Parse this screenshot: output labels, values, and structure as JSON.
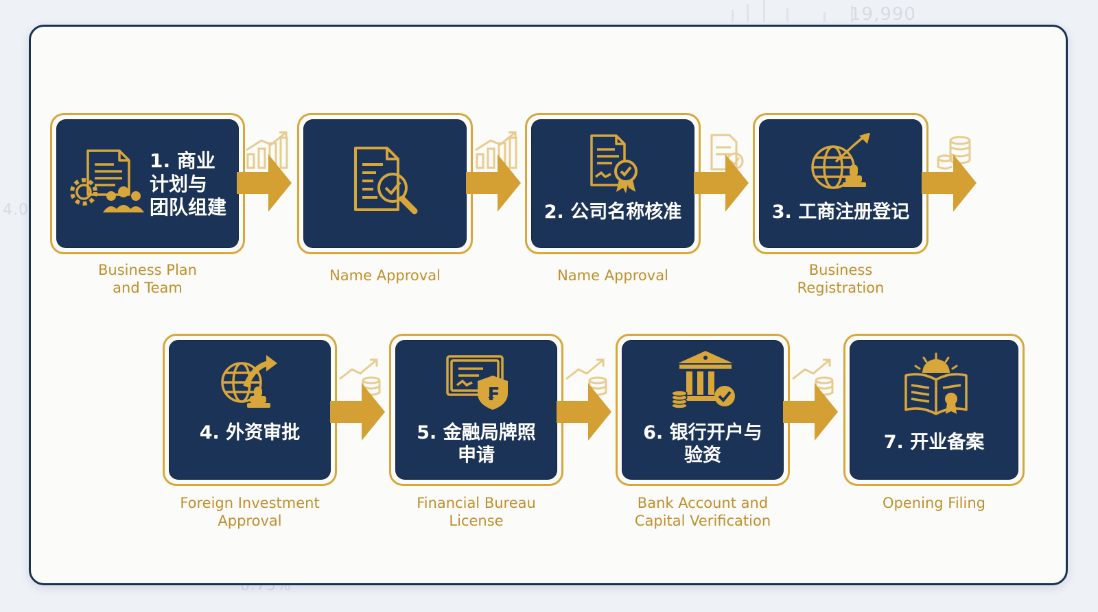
{
  "diagram": {
    "background_numbers": [
      "19,990",
      "4.0",
      "0.75%"
    ],
    "colors": {
      "navy": "#1b3357",
      "gold": "#d9a63a",
      "caption_gold": "#bf8f2b",
      "frame": "#1b3154"
    },
    "steps": [
      {
        "title": "1. 商业\n计划与\n团队组建",
        "caption": "Business Plan\nand Team",
        "icon": "document-gear-team-icon"
      },
      {
        "title": "",
        "caption": "Name Approval",
        "icon": "document-search-check-icon"
      },
      {
        "title": "2. 公司名称核准",
        "caption": "Name Approval",
        "icon": "certificate-ribbon-icon"
      },
      {
        "title": "3. 工商注册登记",
        "caption": "Business\nRegistration",
        "icon": "globe-stamp-icon"
      },
      {
        "title": "4. 外资审批",
        "caption": "Foreign Investment\nApproval",
        "icon": "globe-stamp-arrow-icon"
      },
      {
        "title": "5. 金融局牌照\n申请",
        "caption": "Financial Bureau\nLicense",
        "icon": "license-shield-icon"
      },
      {
        "title": "6. 银行开户与\n验资",
        "caption": "Bank Account and\nCapital Verification",
        "icon": "bank-coins-check-icon"
      },
      {
        "title": "7. 开业备案",
        "caption": "Opening Filing",
        "icon": "open-book-sun-icon"
      }
    ]
  }
}
